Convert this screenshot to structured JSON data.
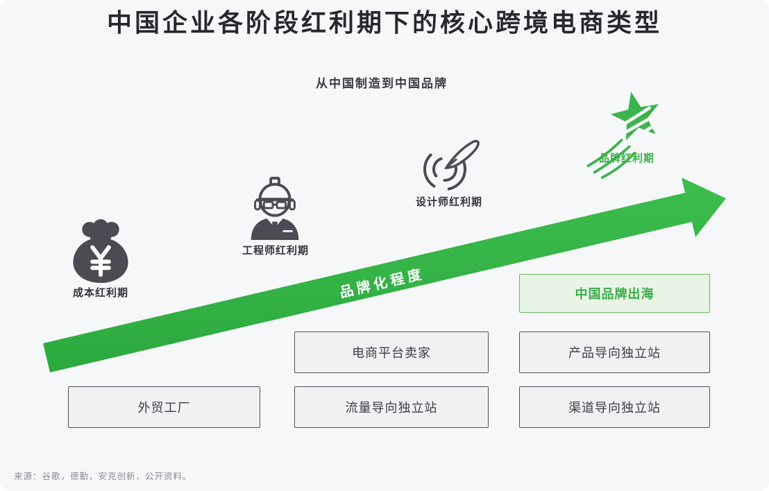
{
  "title": "中国企业各阶段红利期下的核心跨境电商类型",
  "subtitle": "从中国制造到中国品牌",
  "stages": [
    {
      "id": "cost",
      "label": "成本红利期",
      "icon": "money-bag-icon"
    },
    {
      "id": "engineer",
      "label": "工程师红利期",
      "icon": "engineer-icon"
    },
    {
      "id": "designer",
      "label": "设计师红利期",
      "icon": "pen-design-icon"
    },
    {
      "id": "brand",
      "label": "品牌红利期",
      "icon": "shooting-star-icon"
    }
  ],
  "arrow": {
    "label": "品牌化程度",
    "color": "#35b347",
    "direction": "up-right"
  },
  "boxes": [
    {
      "label": "外贸工厂",
      "variant": "gray",
      "column": 1,
      "row": 3
    },
    {
      "label": "电商平台卖家",
      "variant": "gray",
      "column": 2,
      "row": 2
    },
    {
      "label": "流量导向独立站",
      "variant": "gray",
      "column": 2,
      "row": 3
    },
    {
      "label": "中国品牌出海",
      "variant": "green",
      "column": 3,
      "row": 1
    },
    {
      "label": "产品导向独立站",
      "variant": "gray",
      "column": 3,
      "row": 2
    },
    {
      "label": "渠道导向独立站",
      "variant": "gray",
      "column": 3,
      "row": 3
    }
  ],
  "source": "来源：谷歌，德勤，安克创新，公开资料。",
  "colors": {
    "accent_green": "#35b347",
    "light_green_fill": "#e8f5e4",
    "green_border": "#62b958",
    "green_text": "#3aac49",
    "dark_icon": "#4b4b54",
    "box_fill": "#f1f1f4",
    "box_border": "#50505a",
    "text_dark": "#33333c",
    "background": "#f6f7f9",
    "source_text": "#8b8b94"
  }
}
